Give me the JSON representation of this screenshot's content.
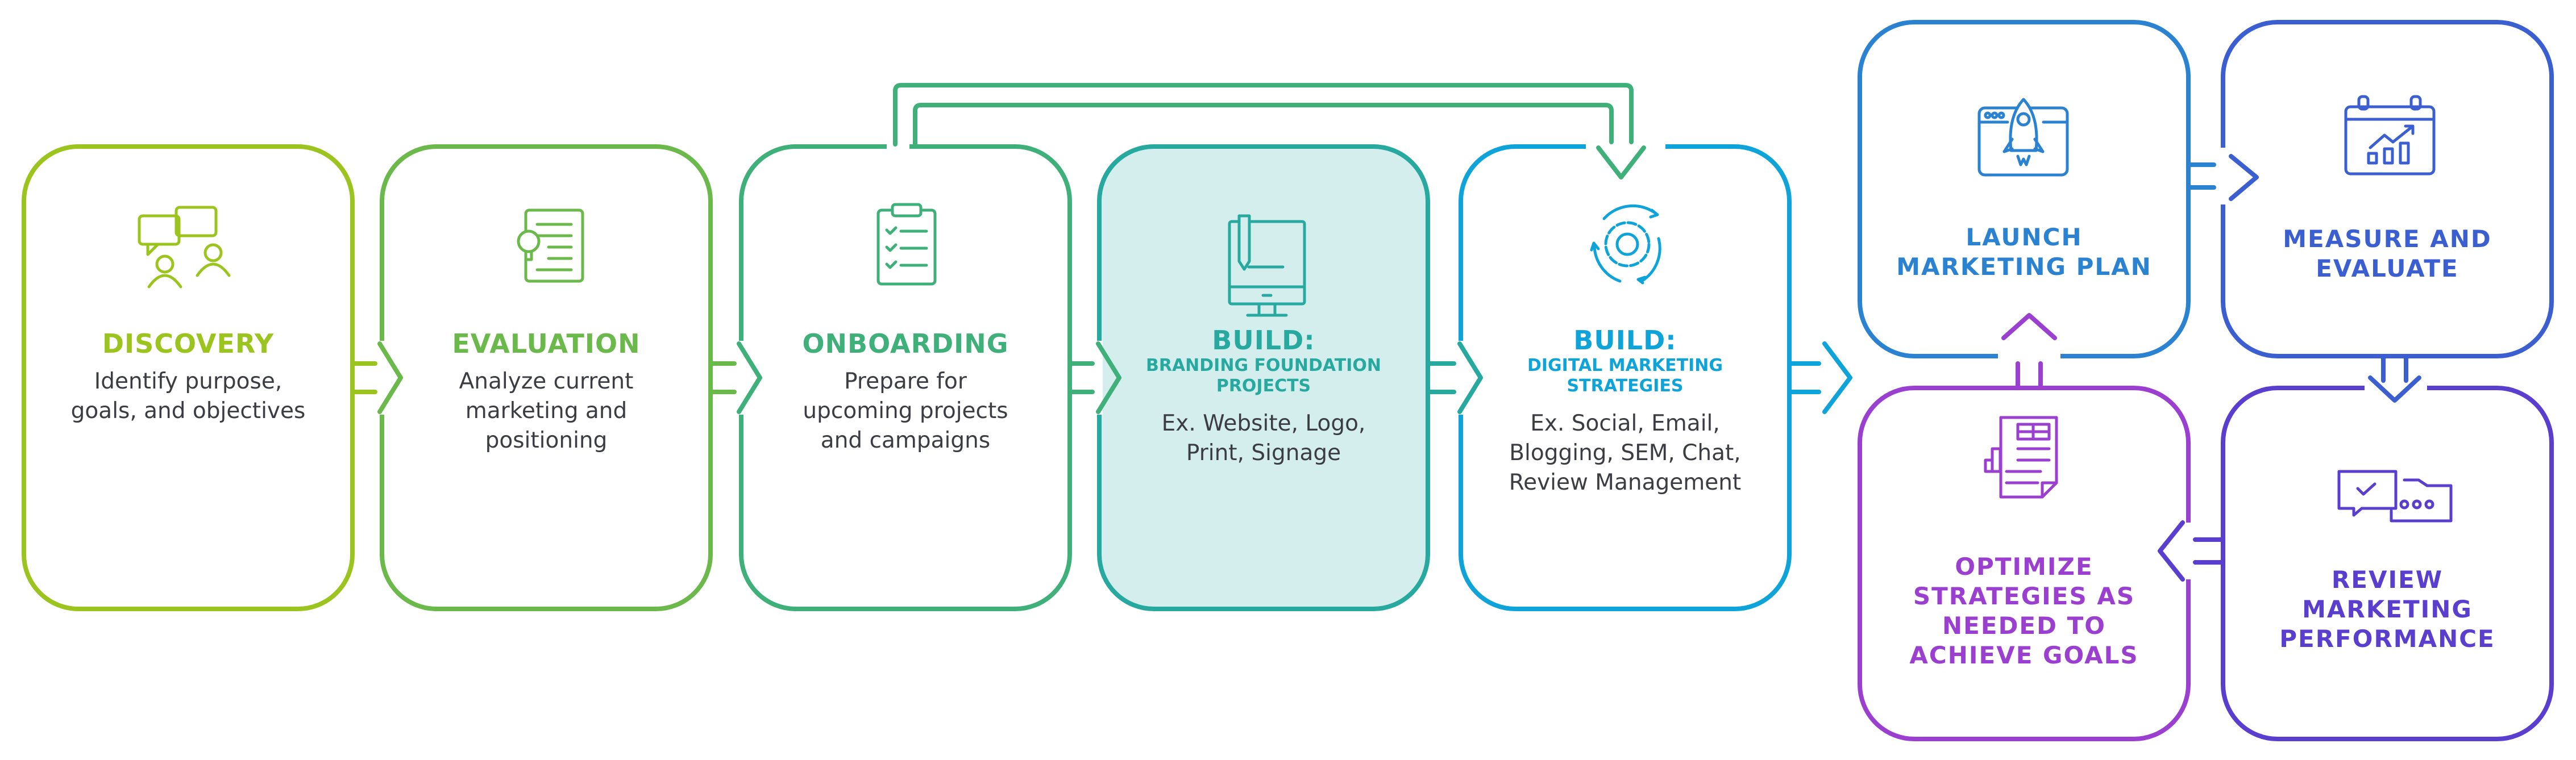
{
  "colors": {
    "discovery": "#9cc41e",
    "evaluation": "#6bb84b",
    "onboarding": "#3fb07a",
    "build_branding": "#27a9a0",
    "build_branding_fill": "#d4eeee",
    "build_digital": "#0ea4da",
    "launch": "#2b82d0",
    "measure": "#3b5fd0",
    "review": "#5a3fcf",
    "optimize": "#9a3fcf",
    "body_text": "#3b3d42"
  },
  "steps": [
    {
      "id": "discovery",
      "title": "DISCOVERY",
      "body": [
        "Identify purpose,",
        "goals, and objectives"
      ],
      "icon": "chat-people-icon"
    },
    {
      "id": "evaluation",
      "title": "EVALUATION",
      "body": [
        "Analyze current",
        "marketing and",
        "positioning"
      ],
      "icon": "document-lightbulb-icon"
    },
    {
      "id": "onboarding",
      "title": "ONBOARDING",
      "body": [
        "Prepare for",
        "upcoming projects",
        "and campaigns"
      ],
      "icon": "clipboard-checklist-icon"
    },
    {
      "id": "build_branding",
      "title": "BUILD:",
      "subtitle": [
        "BRANDING FOUNDATION",
        "PROJECTS"
      ],
      "body": [
        "Ex. Website, Logo,",
        "Print, Signage"
      ],
      "icon": "monitor-pencil-icon"
    },
    {
      "id": "build_digital",
      "title": "BUILD:",
      "subtitle": [
        "DIGITAL MARKETING",
        "STRATEGIES"
      ],
      "body": [
        "Ex. Social, Email,",
        "Blogging, SEM, Chat,",
        "Review Management"
      ],
      "icon": "gear-cycle-icon"
    },
    {
      "id": "launch",
      "title": [
        "LAUNCH",
        "MARKETING PLAN"
      ],
      "icon": "rocket-browser-icon"
    },
    {
      "id": "measure",
      "title": [
        "MEASURE AND",
        "EVALUATE"
      ],
      "icon": "calendar-chart-icon"
    },
    {
      "id": "review",
      "title": [
        "REVIEW",
        "MARKETING",
        "PERFORMANCE"
      ],
      "icon": "chat-bubbles-icon"
    },
    {
      "id": "optimize",
      "title": [
        "OPTIMIZE",
        "STRATEGIES AS",
        "NEEDED TO",
        "ACHIEVE GOALS"
      ],
      "icon": "report-chart-icon"
    }
  ]
}
